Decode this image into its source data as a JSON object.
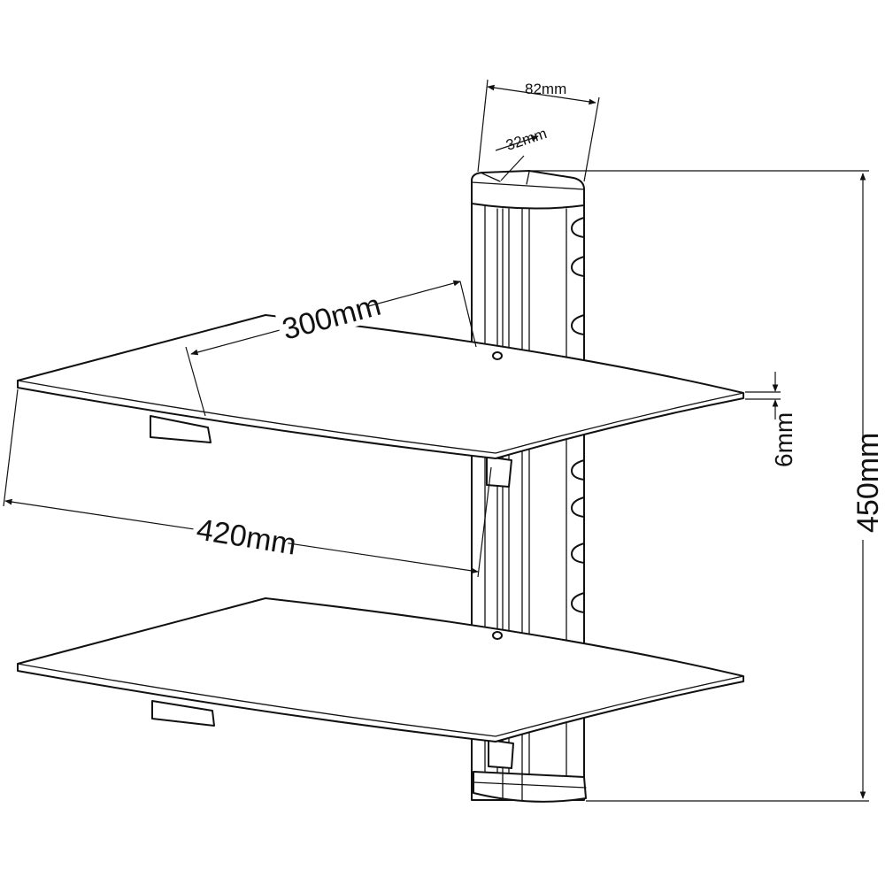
{
  "dimensions": {
    "top_width": "82mm",
    "top_depth": "32mm",
    "shelf_depth": "300mm",
    "shelf_width": "420mm",
    "shelf_thickness": "6mm",
    "total_height": "450mm"
  }
}
